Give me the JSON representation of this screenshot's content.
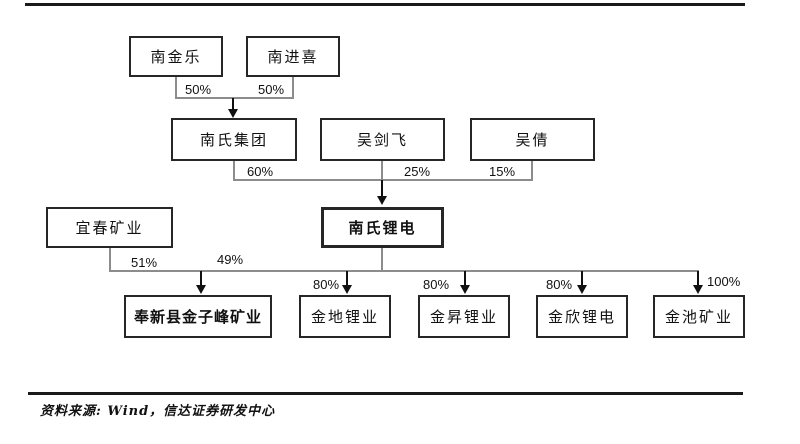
{
  "diagram": {
    "type": "ownership-structure",
    "nodes": {
      "nanjinle": "南金乐",
      "nanjinxi": "南进喜",
      "nanshi_group": "南氏集团",
      "wujianfei": "吴剑飞",
      "wuqian": "吴倩",
      "yichun_mining": "宜春矿业",
      "nanshi_lidian": "南氏锂电",
      "fengxin_jinzifeng": "奉新县金子峰矿业",
      "jindi_liye": "金地锂业",
      "jinsheng_liye": "金昇锂业",
      "jinxin_lidian": "金欣锂电",
      "jinchi_mining": "金池矿业"
    },
    "edges": [
      {
        "from": "南金乐",
        "to": "南氏集团",
        "pct": "50%"
      },
      {
        "from": "南进喜",
        "to": "南氏集团",
        "pct": "50%"
      },
      {
        "from": "南氏集团",
        "to": "南氏锂电",
        "pct": "60%"
      },
      {
        "from": "吴剑飞",
        "to": "南氏锂电",
        "pct": "25%"
      },
      {
        "from": "吴倩",
        "to": "南氏锂电",
        "pct": "15%"
      },
      {
        "from": "宜春矿业",
        "to": "奉新县金子峰矿业",
        "pct": "51%"
      },
      {
        "from": "南氏锂电",
        "to": "奉新县金子峰矿业",
        "pct": "49%"
      },
      {
        "from": "南氏锂电",
        "to": "金地锂业",
        "pct": "80%"
      },
      {
        "from": "南氏锂电",
        "to": "金昇锂业",
        "pct": "80%"
      },
      {
        "from": "南氏锂电",
        "to": "金欣锂电",
        "pct": "80%"
      },
      {
        "from": "南氏锂电",
        "to": "金池矿业",
        "pct": "100%"
      }
    ],
    "colors": {
      "box_border": "#262626",
      "connector_line": "#8c8c8c",
      "arrow": "#111111",
      "background": "#ffffff"
    }
  },
  "footer": {
    "source": "资料来源: Wind，信达证券研发中心"
  }
}
